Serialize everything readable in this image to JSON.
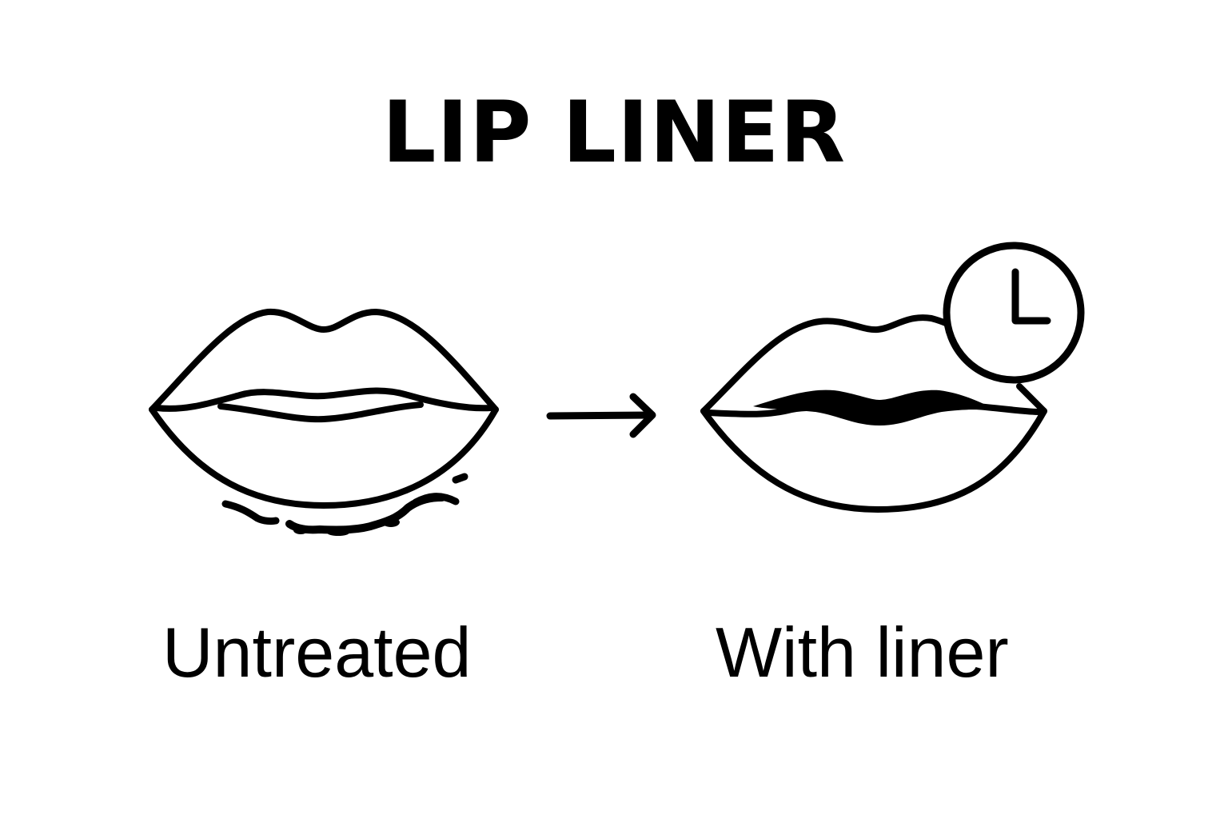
{
  "title": "LIP LINER",
  "panels": [
    {
      "label": "Untreated",
      "icon": "smudged-lips-icon"
    },
    {
      "label": "With liner",
      "icon": "defined-lips-icon"
    }
  ],
  "connector_icon": "right-arrow-icon",
  "badge_icon": "clock-icon",
  "colors": {
    "ink": "#000000",
    "background": "#ffffff"
  }
}
